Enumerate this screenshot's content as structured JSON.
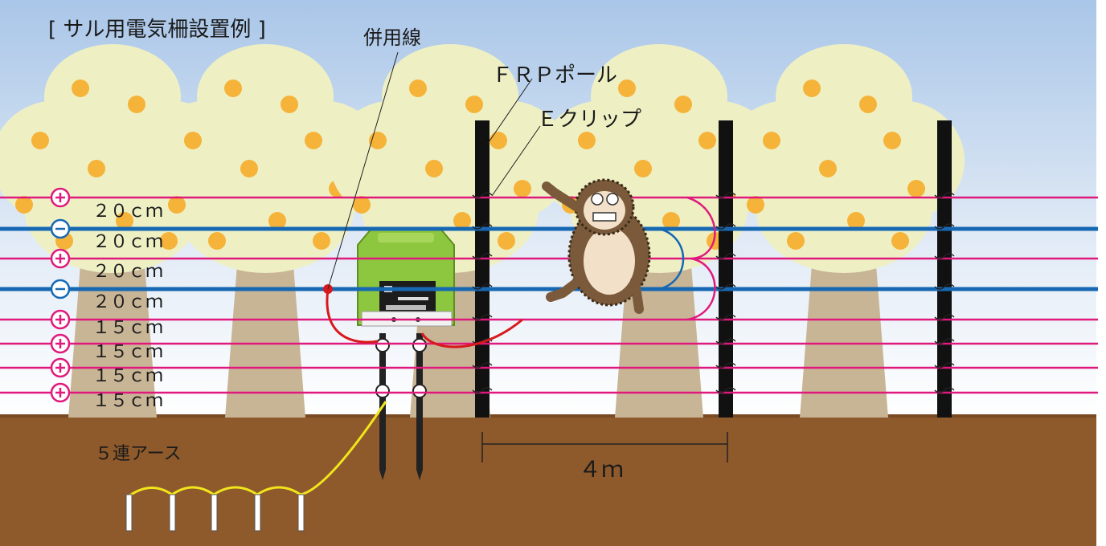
{
  "title": "[ サル用電気柵設置例 ]",
  "labels": {
    "heiyousen": "併用線",
    "frp_pole": "ＦＲＰポール",
    "e_clip": "Ｅクリップ",
    "earth": "５連アース",
    "pole_spacing": "４ｍ"
  },
  "wires": [
    {
      "polarity": "+",
      "gap": "２０ｃｍ"
    },
    {
      "polarity": "−",
      "gap": "２０ｃｍ"
    },
    {
      "polarity": "+",
      "gap": "２０ｃｍ"
    },
    {
      "polarity": "−",
      "gap": "２０ｃｍ"
    },
    {
      "polarity": "+",
      "gap": "１５ｃｍ"
    },
    {
      "polarity": "+",
      "gap": "１５ｃｍ"
    },
    {
      "polarity": "+",
      "gap": "１５ｃｍ"
    },
    {
      "polarity": "+",
      "gap": "１５ｃｍ"
    }
  ],
  "colors": {
    "positive_wire": "#e0197d",
    "negative_wire": "#1768b3",
    "ground": "#8e5a2c",
    "sky_top": "#a9c6e8",
    "tree_canopy": "#eef0c4",
    "tree_trunk": "#c8b596",
    "fruit": "#f5b339",
    "energizer": "#8dc63f",
    "lead_wire": "#d7191c",
    "earth_wire": "#f2e61b"
  },
  "icons": {
    "positive": "plus-circle-icon",
    "negative": "minus-circle-icon",
    "animal": "monkey-illustration",
    "device": "energizer-icon"
  }
}
